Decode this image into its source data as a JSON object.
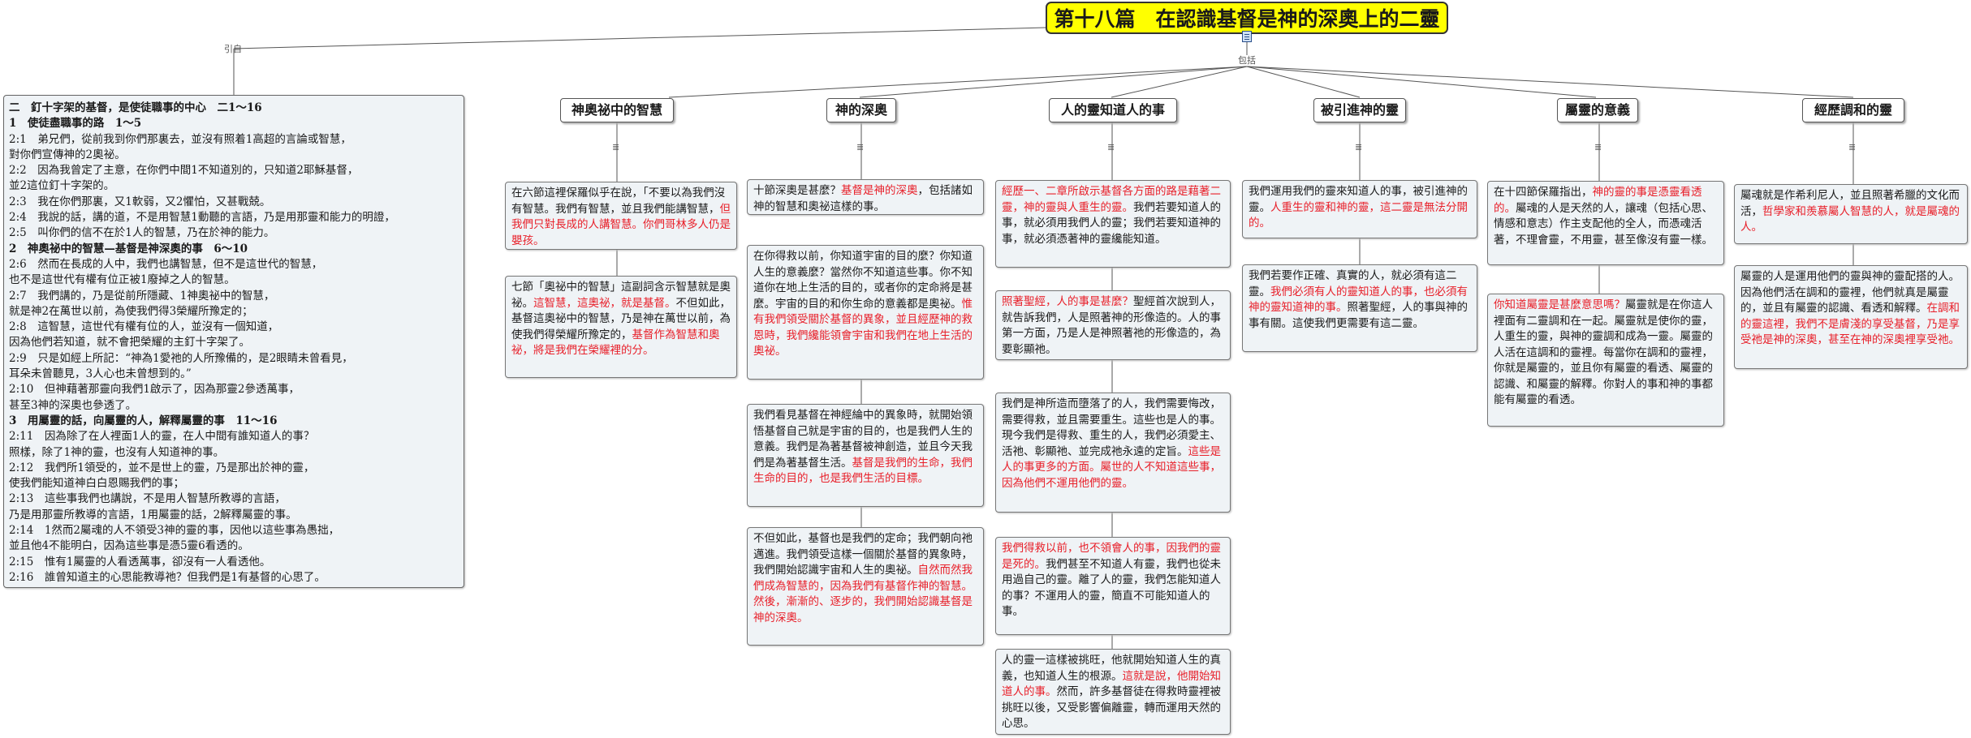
{
  "title": "第十八篇　在認識基督是神的深奧上的二靈",
  "labels": {
    "yinzi": "引自",
    "baokuo": "包括"
  },
  "left_panel": {
    "lines": [
      {
        "text": "二　釘十字架的基督，是使徒職事的中心　二1～16",
        "bold": true
      },
      {
        "text": "1　使徒盡職事的路　1～5",
        "bold": true
      },
      {
        "text": "2:1　弟兄們，從前我到你們那裏去，並沒有照着1高超的言論或智慧，",
        "bold": false
      },
      {
        "text": "對你們宣傳神的2奧祕。",
        "bold": false
      },
      {
        "text": "2:2　因為我曾定了主意，在你們中間1不知道別的，只知道2耶穌基督，",
        "bold": false
      },
      {
        "text": "並2這位釘十字架的。",
        "bold": false
      },
      {
        "text": "2:3　我在你們那裏，又1軟弱，又2懼怕，又甚戰兢。",
        "bold": false
      },
      {
        "text": "2:4　我說的話，講的道，不是用智慧1動聽的言語，乃是用那靈和能力的明證，",
        "bold": false
      },
      {
        "text": "2:5　叫你們的信不在於1人的智慧，乃在於神的能力。",
        "bold": false
      },
      {
        "text": "2　神奧祕中的智慧—基督是神深奧的事　6～10",
        "bold": true
      },
      {
        "text": "2:6　然而在長成的人中，我們也講智慧，但不是這世代的智慧，",
        "bold": false
      },
      {
        "text": "也不是這世代有權有位正被1廢掉之人的智慧。",
        "bold": false
      },
      {
        "text": "2:7　我們講的，乃是從前所隱藏、1神奧祕中的智慧，",
        "bold": false
      },
      {
        "text": "就是神2在萬世以前，為使我們得3榮耀所豫定的；",
        "bold": false
      },
      {
        "text": "2:8　這智慧，這世代有權有位的人，並沒有一個知道，",
        "bold": false
      },
      {
        "text": "因為他們若知道，就不會把榮耀的主釘十字架了。",
        "bold": false
      },
      {
        "text": "2:9　只是如經上所記：“神為1愛祂的人所豫備的，是2眼睛未曾看見，",
        "bold": false
      },
      {
        "text": "耳朵未曾聽見，3人心也未曾想到的。”",
        "bold": false
      },
      {
        "text": "2:10　但神藉著那靈向我們1啟示了，因為那靈2參透萬事，",
        "bold": false
      },
      {
        "text": "甚至3神的深奧也參透了。",
        "bold": false
      },
      {
        "text": "3　用屬靈的話，向屬靈的人，解釋屬靈的事　11～16",
        "bold": true
      },
      {
        "text": "2:11　因為除了在人裡面1人的靈，在人中間有誰知道人的事？",
        "bold": false
      },
      {
        "text": "照樣，除了1神的靈，也沒有人知道神的事。",
        "bold": false
      },
      {
        "text": "2:12　我們所1領受的，並不是世上的靈，乃是那出於神的靈，",
        "bold": false
      },
      {
        "text": "使我們能知道神白白恩賜我們的事；",
        "bold": false
      },
      {
        "text": "2:13　這些事我們也講說，不是用人智慧所教導的言語，",
        "bold": false
      },
      {
        "text": "乃是用那靈所教導的言語，1用屬靈的話，2解釋屬靈的事。",
        "bold": false
      },
      {
        "text": "2:14　1然而2屬魂的人不領受3神的靈的事，因他以這些事為愚拙，",
        "bold": false
      },
      {
        "text": "並且他4不能明白，因為這些事是憑5靈6看透的。",
        "bold": false
      },
      {
        "text": "2:15　惟有1屬靈的人看透萬事，卻沒有一人看透他。",
        "bold": false
      },
      {
        "text": "2:16　誰曾知道主的心思能教導祂？但我們是1有基督的心思了。",
        "bold": false
      }
    ]
  },
  "topics": [
    {
      "label": "神奧祕中的智慧"
    },
    {
      "label": "神的深奧"
    },
    {
      "label": "人的靈知道人的事"
    },
    {
      "label": "被引進神的靈"
    },
    {
      "label": "屬靈的意義"
    },
    {
      "label": "經歷調和的靈"
    }
  ],
  "notes": [
    {
      "topic": 0,
      "segments": [
        {
          "text": "在六節這裡保羅似乎在說，「不要以為我們沒有智慧。我們有智慧，並且我們能講智慧，",
          "red": false
        },
        {
          "text": "但我們只對長成的人講智慧。你們哥林多人仍是嬰孩。",
          "red": true
        }
      ]
    },
    {
      "topic": 0,
      "segments": [
        {
          "text": "七節「奧祕中的智慧」這副詞含示智慧就是奧祕。",
          "red": false
        },
        {
          "text": "這智慧，這奧祕，就是基督。",
          "red": true
        },
        {
          "text": "不但如此，基督這奧祕中的智慧，乃是神在萬世以前，為使我們得榮耀所豫定的，",
          "red": false
        },
        {
          "text": "基督作為智慧和奧祕，將是我們在榮耀裡的分。",
          "red": true
        }
      ]
    },
    {
      "topic": 1,
      "segments": [
        {
          "text": "十節深奧是甚麼？",
          "red": false
        },
        {
          "text": "基督是神的深奧",
          "red": true
        },
        {
          "text": "，包括諸如神的智慧和奧祕這樣的事。",
          "red": false
        }
      ]
    },
    {
      "topic": 1,
      "segments": [
        {
          "text": "在你得救以前，你知道宇宙的目的麼？你知道人生的意義麼？當然你不知道這些事。你不知道你在地上生活的目的，或者你的定命將是甚麼。宇宙的目的和你生命的意義都是奧祕。",
          "red": false
        },
        {
          "text": "惟有我們領受關於基督的異象，並且經歷神的救恩時，我們纔能領會宇宙和我們在地上生活的奧祕。",
          "red": true
        }
      ]
    },
    {
      "topic": 1,
      "segments": [
        {
          "text": "我們看見基督在神經綸中的異象時，就開始領悟基督自己就是宇宙的目的，也是我們人生的意義。我們是為著基督被神創造，並且今天我們是為著基督生活。",
          "red": false
        },
        {
          "text": "基督是我們的生命，我們生命的目的，也是我們生活的目標。",
          "red": true
        }
      ]
    },
    {
      "topic": 1,
      "segments": [
        {
          "text": "不但如此，基督也是我們的定命；我們朝向祂邁進。我們領受這樣一個關於基督的異象時，我們開始認識宇宙和人生的奧祕。",
          "red": false
        },
        {
          "text": "自然而然我們成為智慧的，因為我們有基督作神的智慧。然後，漸漸的、逐步的，我們開始認識基督是神的深奧。",
          "red": true
        }
      ]
    },
    {
      "topic": 2,
      "segments": [
        {
          "text": "經歷一、二章所啟示基督各方面的路是藉著二靈，神的靈與人重生的靈。",
          "red": true
        },
        {
          "text": "我們若要知道人的事，就必須用我們人的靈；我們若要知道神的事，就必須憑著神的靈纔能知道。",
          "red": false
        }
      ]
    },
    {
      "topic": 2,
      "segments": [
        {
          "text": "照著聖經，人的事是甚麼？",
          "red": true
        },
        {
          "text": "聖經首次說到人，就告訴我們，人是照著神的形像造的。人的事第一方面，乃是人是神照著祂的形像造的，為要彰顯祂。",
          "red": false
        }
      ]
    },
    {
      "topic": 2,
      "segments": [
        {
          "text": "我們是神所造而墮落了的人，我們需要悔改，需要得救，並且需要重生。這些也是人的事。現今我們是得救、重生的人，我們必須愛主、活祂、彰顯祂、並完成祂永遠的定旨。",
          "red": false
        },
        {
          "text": "這些是人的事更多的方面。屬世的人不知道這些事，因為他們不運用他們的靈。",
          "red": true
        }
      ]
    },
    {
      "topic": 2,
      "segments": [
        {
          "text": "我們得救以前，也不領會人的事，因我們的靈是死的。",
          "red": true
        },
        {
          "text": "我們甚至不知道人有靈，我們也從未用過自己的靈。離了人的靈，我們怎能知道人的事？不運用人的靈，簡直不可能知道人的事。",
          "red": false
        }
      ]
    },
    {
      "topic": 2,
      "segments": [
        {
          "text": "人的靈一這樣被挑旺，他就開始知道人生的真義，也知道人生的根源。",
          "red": false
        },
        {
          "text": "這就是說，他開始知道人的事。",
          "red": true
        },
        {
          "text": "然而，許多基督徒在得救時靈裡被挑旺以後，又受影響偏離靈，轉而運用天然的心思。",
          "red": false
        }
      ]
    },
    {
      "topic": 3,
      "segments": [
        {
          "text": "我們運用我們的靈來知道人的事，被引進神的靈。",
          "red": false
        },
        {
          "text": "人重生的靈和神的靈，這二靈是無法分開的。",
          "red": true
        }
      ]
    },
    {
      "topic": 3,
      "segments": [
        {
          "text": "我們若要作正確、真實的人，就必須有這二靈。",
          "red": false
        },
        {
          "text": "我們必須有人的靈知道人的事，也必須有神的靈知道神的事。",
          "red": true
        },
        {
          "text": "照著聖經，人的事與神的事有關。這使我們更需要有這二靈。",
          "red": false
        }
      ]
    },
    {
      "topic": 4,
      "segments": [
        {
          "text": "在十四節保羅指出，",
          "red": false
        },
        {
          "text": "神的靈的事是憑靈看透的。",
          "red": true
        },
        {
          "text": "屬魂的人是天然的人，讓魂（包括心思、情感和意志）作主支配他的全人，而憑魂活著，不理會靈，不用靈，甚至像沒有靈一樣。",
          "red": false
        }
      ]
    },
    {
      "topic": 4,
      "segments": [
        {
          "text": "你知道屬靈是甚麼意思嗎？",
          "red": true
        },
        {
          "text": "屬靈就是在你這人裡面有二靈調和在一起。屬靈就是使你的靈，人重生的靈，與神的靈調和成為一靈。屬靈的人活在這調和的靈裡。每當你在調和的靈裡，你就是屬靈的，並且你有屬靈的看透、屬靈的認識、和屬靈的解釋。你對人的事和神的事都能有屬靈的看透。",
          "red": false
        }
      ]
    },
    {
      "topic": 5,
      "segments": [
        {
          "text": "屬魂就是作希利尼人，並且照著希臘的文化而活，",
          "red": false
        },
        {
          "text": "哲學家和羨慕屬人智慧的人，就是屬魂的人。",
          "red": true
        }
      ]
    },
    {
      "topic": 5,
      "segments": [
        {
          "text": "屬靈的人是運用他們的靈與神的靈配搭的人。因為他們活在調和的靈裡，他們就真是屬靈的，並且有屬靈的認識、看透和解釋。",
          "red": false
        },
        {
          "text": "在調和的靈這裡，我們不是膚淺的享受基督，乃是享受祂是神的深奧，甚至在神的深奧裡享受祂。",
          "red": true
        }
      ]
    }
  ],
  "colors": {
    "title_bg": "#ffff00",
    "note_bg": "#eff3f6",
    "highlight_red": "#e8202a"
  }
}
